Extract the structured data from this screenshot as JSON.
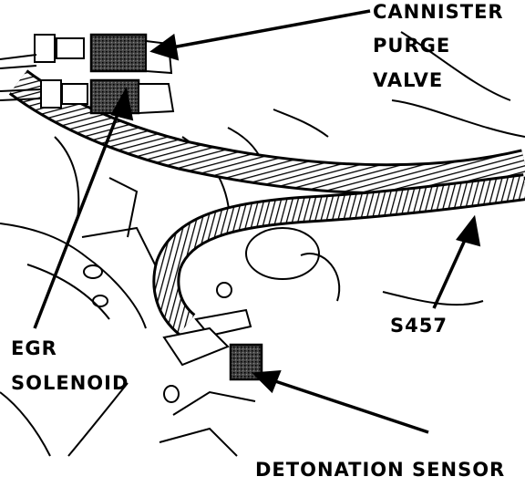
{
  "labels": {
    "cannister": "CANNISTER",
    "purge": "PURGE",
    "valve": "VALVE",
    "s457": "S457",
    "egr": "EGR",
    "solenoid": "SOLENOID",
    "detonation_sensor": "DETONATION SENSOR"
  },
  "colors": {
    "ink": "#000000",
    "paper": "#ffffff"
  }
}
